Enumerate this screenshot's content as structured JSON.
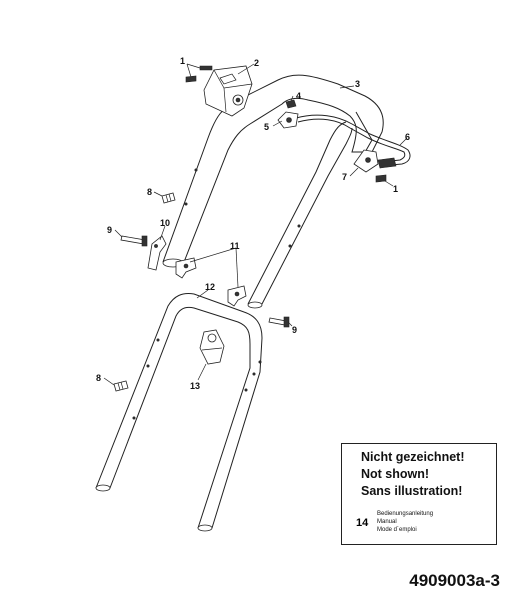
{
  "parts": [
    {
      "num": "1"
    },
    {
      "num": "2"
    },
    {
      "num": "3"
    },
    {
      "num": "4"
    },
    {
      "num": "5"
    },
    {
      "num": "6"
    },
    {
      "num": "7"
    },
    {
      "num": "1"
    },
    {
      "num": "8"
    },
    {
      "num": "9"
    },
    {
      "num": "10"
    },
    {
      "num": "11"
    },
    {
      "num": "12"
    },
    {
      "num": "9"
    },
    {
      "num": "8"
    },
    {
      "num": "13"
    }
  ],
  "note": {
    "line1": "Nicht gezeichnet!",
    "line2": "Not shown!",
    "line3": "Sans illustration!",
    "doc_number": "14",
    "doc_de": "Bedienungsanleitung",
    "doc_en": "Manual",
    "doc_fr": "Mode d´emploi"
  },
  "reference": "4909003a-3"
}
